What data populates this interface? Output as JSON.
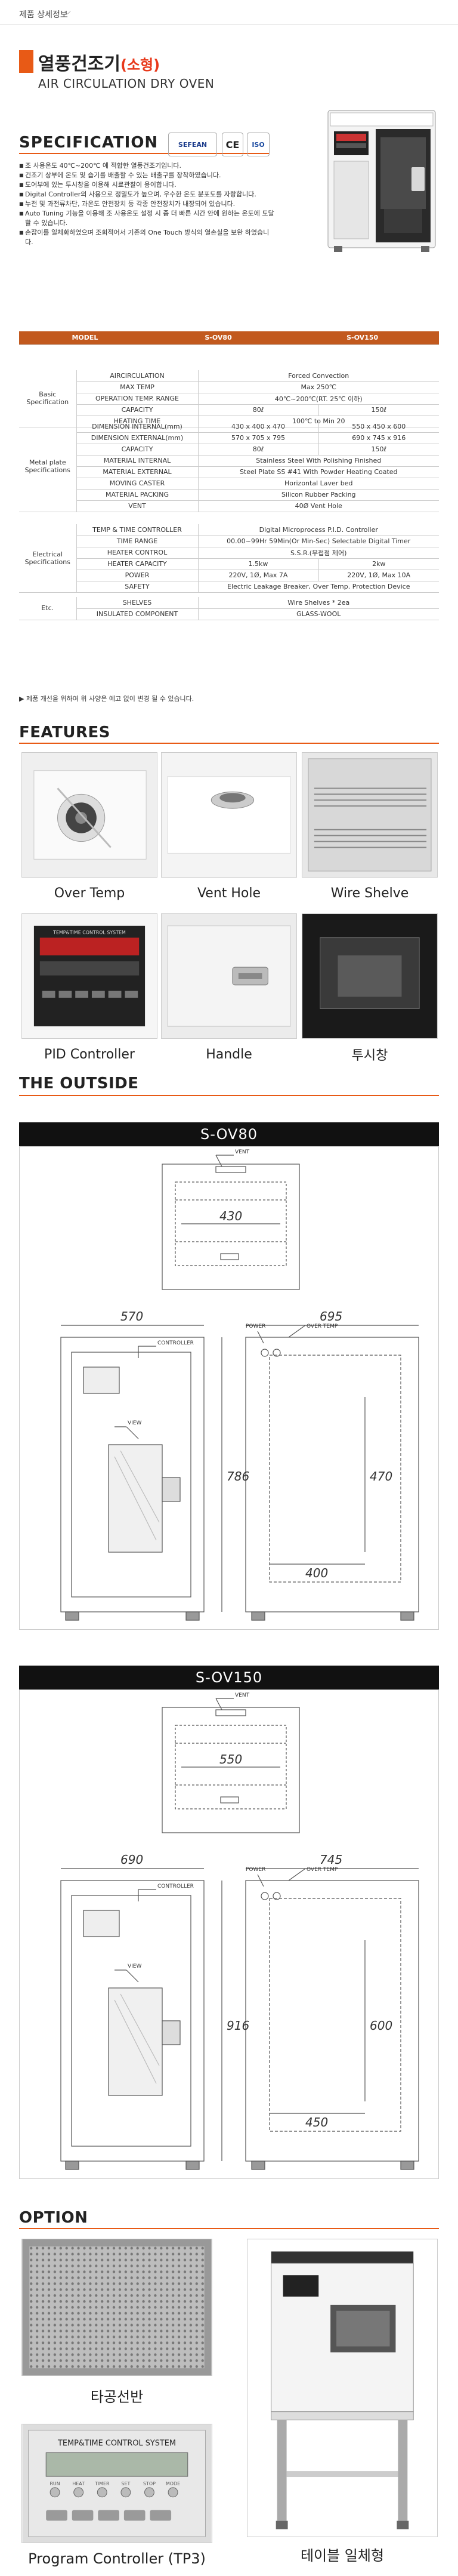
{
  "top_tab": {
    "label": "제품 상세정보",
    "chevron": "⌵"
  },
  "header": {
    "title_korean": "열풍건조기",
    "title_small": "(소형)",
    "title_english": "AIR CIRCULATION DRY OVEN"
  },
  "specification": {
    "heading": "SPECIFICATION",
    "logos": [
      "SEFEAN",
      "CE",
      "ISO"
    ],
    "features": [
      "조 사용온도 40℃~200℃ 에 적합한 열풍건조기입니다.",
      "건조기 상부에 온도 및 습기를 배출할 수 있는 배출구를 장착하였습니다.",
      "도어부에 있는 투시창을 이용해 시료관찰이 용이합니다.",
      "Digital Controller의 사용으로 정밀도가 높으며, 우수한 온도 분포도를 자랑합니다.",
      "누전 및 과전류차단, 과온도 안전장치 등 각종 안전장치가 내장되어 있습니다.",
      "Auto Tuning 기능을 이용해 조 사용온도 설정 시 좀 더 빠른 시간 안에 원하는 온도에 도달할 수 있습니다.",
      "손잡이를 일체화하였으며 조회적어서 기존의 One Touch 방식의 열손실을 보완 하였습니다."
    ]
  },
  "spec_table": {
    "header": [
      "MODEL",
      "S-OV80",
      "S-OV150"
    ],
    "groups": [
      {
        "section": "Basic Specification",
        "rows": [
          {
            "label": "AIRCIRCULATION",
            "span": "Forced Convection"
          },
          {
            "label": "MAX TEMP",
            "span": "Max 250℃"
          },
          {
            "label": "OPERATION TEMP. RANGE",
            "span": "40℃~200℃(RT. 25℃ 이하)"
          },
          {
            "label": "CAPACITY",
            "a": "80ℓ",
            "b": "150ℓ"
          },
          {
            "label": "HEATING TIME",
            "span": "100℃ to Min 20"
          }
        ]
      },
      {
        "section": "Metal plate Specifications",
        "rows": [
          {
            "label": "DIMENSION INTERNAL(mm)",
            "a": "430 x 400 x 470",
            "b": "550 x 450 x 600"
          },
          {
            "label": "DIMENSION EXTERNAL(mm)",
            "a": "570 x 705 x 795",
            "b": "690 x 745 x 916"
          },
          {
            "label": "CAPACITY",
            "a": "80ℓ",
            "b": "150ℓ"
          },
          {
            "label": "MATERIAL INTERNAL",
            "span": "Stainless Steel With Polishing Finished"
          },
          {
            "label": "MATERIAL EXTERNAL",
            "span": "Steel Plate SS #41 With Powder Heating Coated"
          },
          {
            "label": "MOVING CASTER",
            "span": "Horizontal Laver bed"
          },
          {
            "label": "MATERIAL PACKING",
            "span": "Silicon Rubber Packing"
          },
          {
            "label": "VENT",
            "span": "40Ø Vent Hole"
          }
        ]
      },
      {
        "section": "Electrical Specifications",
        "rows": [
          {
            "label": "TEMP & TIME CONTROLLER",
            "span": "Digital Microprocess P.I.D. Controller"
          },
          {
            "label": "TIME RANGE",
            "span": "00.00~99Hr 59Min(Or Min-Sec) Selectable Digital Timer"
          },
          {
            "label": "HEATER CONTROL",
            "span": "S.S.R.(무접점 제어)"
          },
          {
            "label": "HEATER CAPACITY",
            "a": "1.5kw",
            "b": "2kw"
          },
          {
            "label": "POWER",
            "a": "220V, 1Ø, Max 7A",
            "b": "220V, 1Ø, Max 10A"
          },
          {
            "label": "SAFETY",
            "span": "Electric Leakage Breaker, Over Temp. Protection Device"
          }
        ]
      },
      {
        "section": "Etc.",
        "rows": [
          {
            "label": "SHELVES",
            "span": "Wire Shelves * 2ea"
          },
          {
            "label": "INSULATED COMPONENT",
            "span": "GLASS-WOOL"
          }
        ]
      }
    ],
    "note": "▶ 제품 개선을 위하여 위 사양은 예고 없이 변경 될 수 있습니다."
  },
  "features": {
    "heading": "FEATURES",
    "cards": [
      {
        "caption": "Over Temp"
      },
      {
        "caption": "Vent Hole"
      },
      {
        "caption": "Wire Shelve"
      },
      {
        "caption": "PID Controller",
        "panel_text": "TEMP&TIME CONTROL SYSTEM"
      },
      {
        "caption": "Handle"
      },
      {
        "caption": "투시창"
      }
    ]
  },
  "outside": {
    "heading": "THE OUTSIDE",
    "models": [
      {
        "name": "S-OV80",
        "vent": "VENT",
        "controller": "CONTROLLER",
        "view": "VIEW",
        "power": "POWER",
        "over_temp": "OVER TEMP",
        "inner_width": "430",
        "outer_width": "570",
        "depth": "695",
        "height": "786",
        "inner_height": "470",
        "inner_depth": "400"
      },
      {
        "name": "S-OV150",
        "vent": "VENT",
        "controller": "CONTROLLER",
        "view": "VIEW",
        "power": "POWER",
        "over_temp": "OVER TEMP",
        "inner_width": "550",
        "outer_width": "690",
        "depth": "745",
        "height": "916",
        "inner_height": "600",
        "inner_depth": "450"
      }
    ]
  },
  "option": {
    "heading": "OPTION",
    "items": [
      {
        "caption": "타공선반"
      },
      {
        "caption": "테이블 일체형"
      },
      {
        "caption": "Program Controller (TP3)",
        "panel_text": "TEMP&TIME CONTROL SYSTEM",
        "buttons": [
          "RUN",
          "HEAT",
          "TIMER",
          "SET",
          "STOP",
          "MODE"
        ]
      }
    ]
  },
  "colors": {
    "accent": "#e85a16",
    "table_header": "#c2591e",
    "model_bar": "#111111"
  }
}
